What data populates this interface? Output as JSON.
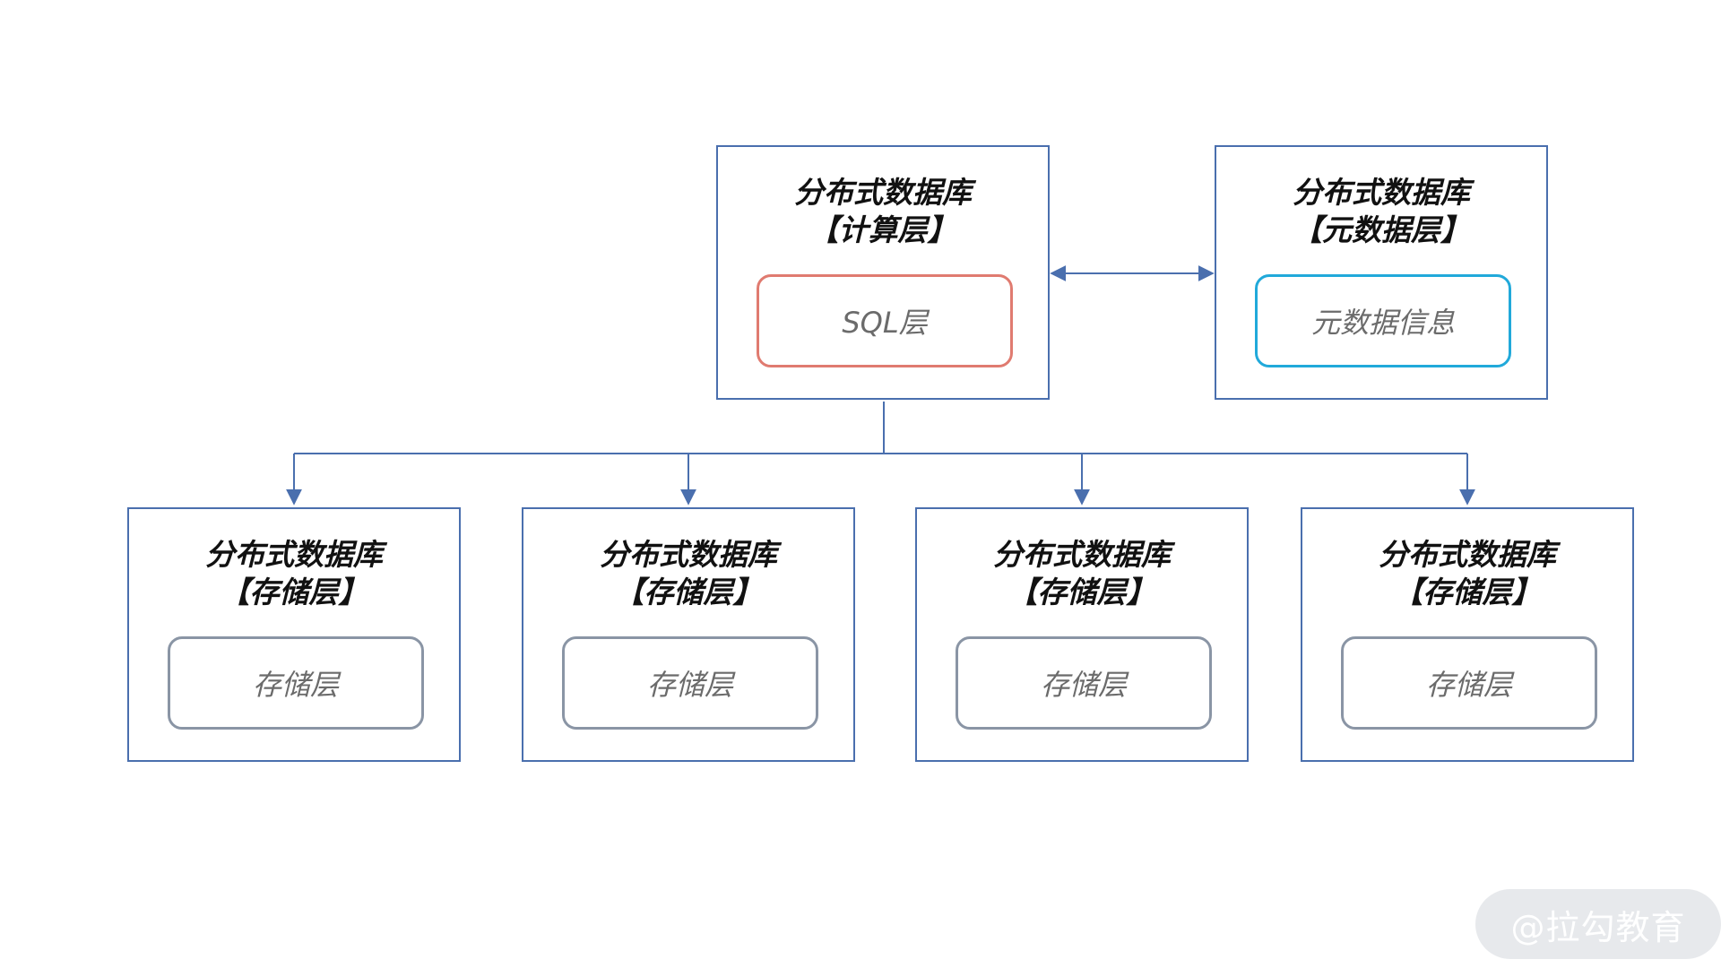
{
  "compute_node": {
    "title_line1": "分布式数据库",
    "title_line2": "【计算层】",
    "inner_label": "SQL层"
  },
  "metadata_node": {
    "title_line1": "分布式数据库",
    "title_line2": "【元数据层】",
    "inner_label": "元数据信息"
  },
  "storage_nodes": [
    {
      "title_line1": "分布式数据库",
      "title_line2": "【存储层】",
      "inner_label": "存储层"
    },
    {
      "title_line1": "分布式数据库",
      "title_line2": "【存储层】",
      "inner_label": "存储层"
    },
    {
      "title_line1": "分布式数据库",
      "title_line2": "【存储层】",
      "inner_label": "存储层"
    },
    {
      "title_line1": "分布式数据库",
      "title_line2": "【存储层】",
      "inner_label": "存储层"
    }
  ],
  "watermark": "@拉勾教育",
  "colors": {
    "node_border": "#4a6fae",
    "connector": "#4a6fae",
    "sql_border": "#e07b70",
    "metadata_border": "#21a9da",
    "storage_border": "#8a95a5"
  }
}
